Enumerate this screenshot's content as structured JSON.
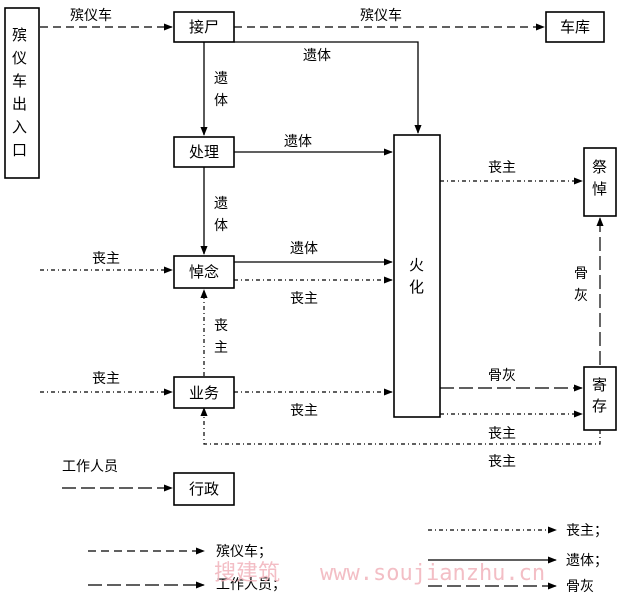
{
  "nodes": {
    "entrance": "殡仪车出入口",
    "reception": "接尸",
    "garage": "车库",
    "processing": "处理",
    "mourning": "悼念",
    "business": "业务",
    "administration": "行政",
    "cremation": "火化",
    "storage": "寄存",
    "memorial": "祭悼"
  },
  "labels": {
    "hearse": "殡仪车",
    "remains": "遗体",
    "mourner": "丧主",
    "ashes": "骨灰",
    "staff": "工作人员"
  },
  "legend": {
    "hearse": "殡仪车；",
    "staff": "工作人员；",
    "mourner": "丧主；",
    "remains": "遗体；",
    "ashes": "骨灰"
  },
  "watermark": {
    "cn": "搜建筑",
    "url": "www.soujianzhu.cn"
  }
}
